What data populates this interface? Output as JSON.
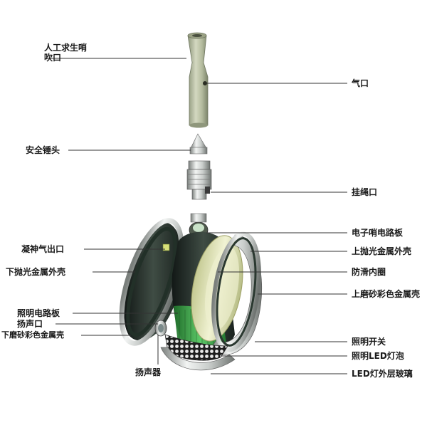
{
  "labels": {
    "whistle_mouth": "人工求生哨\n吹口",
    "air_vent": "气口",
    "safety_hammer": "安全锤头",
    "lanyard_hole": "挂绳口",
    "electronic_whistle_board": "电子哨电路板",
    "upper_polished_shell": "上抛光金属外壳",
    "nonslip_ring": "防滑内圈",
    "upper_frosted_shell": "上磨砂彩色金属壳",
    "gas_outlet": "凝神气出口",
    "lower_polished_shell": "下抛光金属外壳",
    "light_board": "照明电路板",
    "speaker_port": "扬声口",
    "lower_frosted_shell": "下磨砂彩色金属壳",
    "light_switch": "照明开关",
    "led_bulb": "照明LED灯泡",
    "led_glass": "LED灯外层玻璃",
    "speaker": "扬声器"
  },
  "colors": {
    "whistle_body": "#b8bfa3",
    "metal_dark": "#2e3b33",
    "metal_light": "#dfe3e0",
    "ring_cream": "#e2e6b8",
    "board_green": "#3aa447",
    "leader_line": "#333333"
  }
}
